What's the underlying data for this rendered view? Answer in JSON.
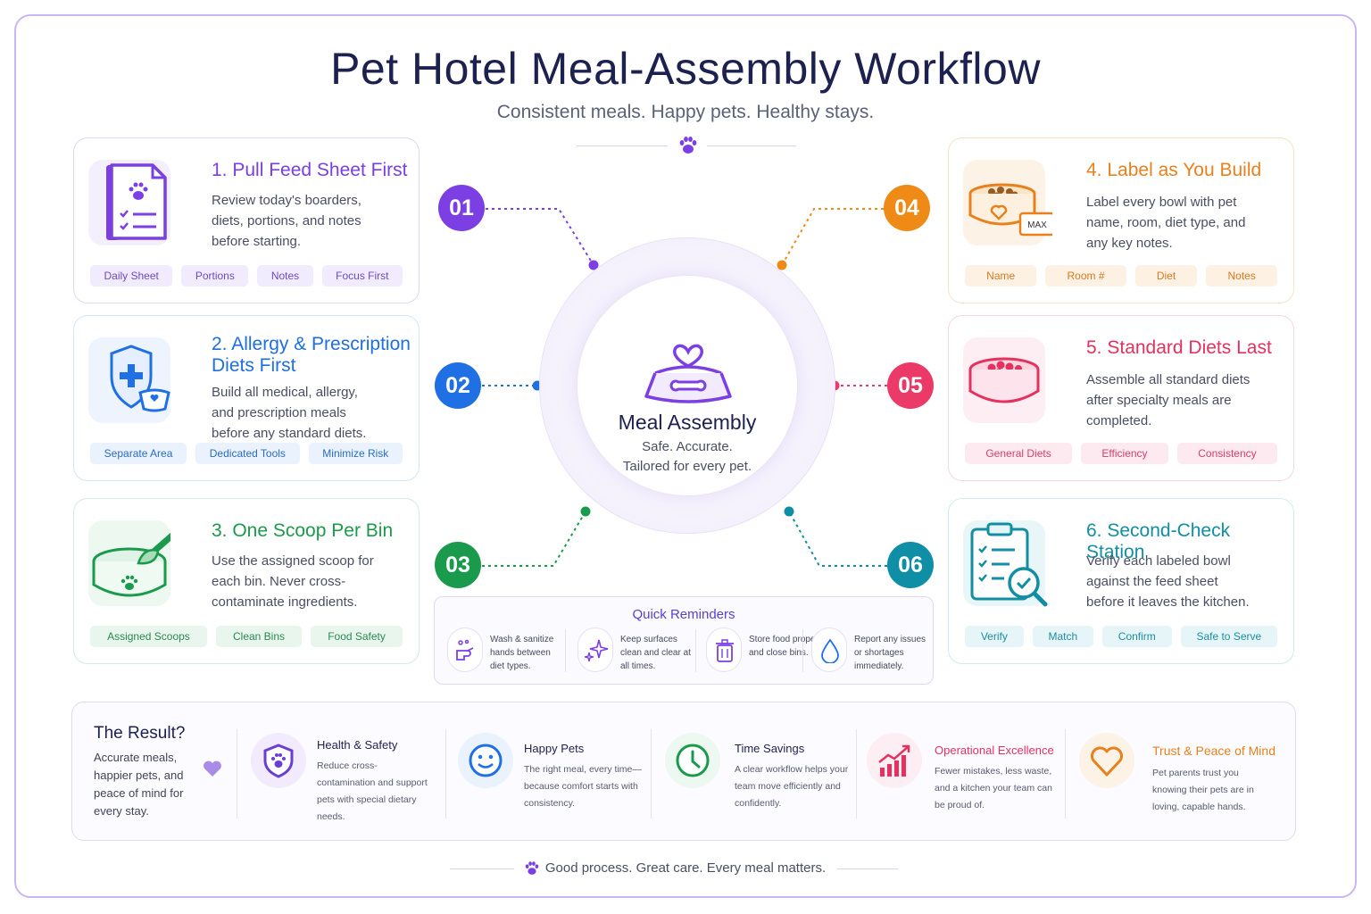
{
  "title": "Pet Hotel Meal-Assembly Workflow",
  "subtitle": "Consistent meals. Happy pets. Healthy stays.",
  "hub": {
    "title": "Meal Assembly",
    "line1": "Safe. Accurate.",
    "line2": "Tailored for every pet."
  },
  "steps": [
    {
      "number": "01",
      "title": "1. Pull Feed Sheet First",
      "body": "Review today's boarders, diets, portions, and notes before starting.",
      "tags": [
        "Daily Sheet",
        "Portions",
        "Notes",
        "Focus First"
      ],
      "color": "#7b3fe4"
    },
    {
      "number": "02",
      "title": "2. Allergy & Prescription Diets First",
      "body": "Build all medical, allergy, and prescription meals before any standard diets.",
      "tags": [
        "Separate Area",
        "Dedicated Tools",
        "Minimize Risk"
      ],
      "color": "#1f6fe5"
    },
    {
      "number": "03",
      "title": "3. One Scoop Per Bin",
      "body": "Use the assigned scoop for each bin. Never cross-contaminate ingredients.",
      "tags": [
        "Assigned Scoops",
        "Clean Bins",
        "Food Safety"
      ],
      "color": "#1a9a4c"
    },
    {
      "number": "04",
      "title": "4. Label as You Build",
      "body": "Label every bowl with pet name, room, diet type, and any key notes.",
      "tags": [
        "Name",
        "Room #",
        "Diet",
        "Notes"
      ],
      "color": "#f08a16",
      "bowl_label": "MAX"
    },
    {
      "number": "05",
      "title": "5. Standard Diets Last",
      "body": "Assemble all standard diets after specialty meals are completed.",
      "tags": [
        "General Diets",
        "Efficiency",
        "Consistency"
      ],
      "color": "#ec3a68"
    },
    {
      "number": "06",
      "title": "6. Second-Check Station",
      "body": "Verify each labeled bowl against the feed sheet before it leaves the kitchen.",
      "tags": [
        "Verify",
        "Match",
        "Confirm",
        "Safe to Serve"
      ],
      "color": "#0f8fa6"
    }
  ],
  "reminders": {
    "title": "Quick Reminders",
    "items": [
      {
        "text": "Wash & sanitize hands between diet types.",
        "icon": "hand-wash-icon"
      },
      {
        "text": "Keep surfaces clean and clear at all times.",
        "icon": "sparkle-icon"
      },
      {
        "text": "Store food properly and close bins.",
        "icon": "bin-icon"
      },
      {
        "text": "Report any issues or shortages immediately.",
        "icon": "droplet-icon"
      }
    ]
  },
  "result": {
    "heading": "The Result?",
    "text": "Accurate meals, happier pets, and peace of mind for every stay.",
    "items": [
      {
        "title": "Health & Safety",
        "text": "Reduce cross-contamination and support pets with special dietary needs.",
        "color": "#6a3fd6",
        "icon": "shield-paw-icon"
      },
      {
        "title": "Happy Pets",
        "text": "The right meal, every time—because comfort starts with consistency.",
        "color": "#1f6fe5",
        "icon": "smile-icon"
      },
      {
        "title": "Time Savings",
        "text": "A clear workflow helps your team move efficiently and confidently.",
        "color": "#1a9a4c",
        "icon": "clock-icon"
      },
      {
        "title": "Operational Excellence",
        "text": "Fewer mistakes, less waste, and a kitchen your team can be proud of.",
        "color": "#e4315f",
        "icon": "chart-up-icon"
      },
      {
        "title": "Trust & Peace of Mind",
        "text": "Pet parents trust you knowing their pets are in loving, capable hands.",
        "color": "#e8801c",
        "icon": "heart-icon"
      }
    ]
  },
  "footer": "Good process. Great care. Every meal matters."
}
